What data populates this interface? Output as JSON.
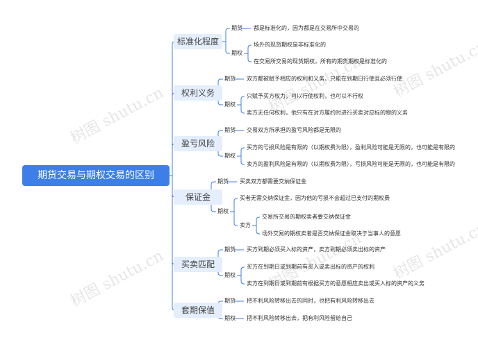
{
  "root": "期货交易与期权交易的区别",
  "watermark": "树图 shutu.cn",
  "accent": "#3d7fe6",
  "categories": [
    {
      "label": "标准化程度",
      "items": [
        {
          "label": "期货",
          "desc": "都是标准化的，因为都是在交易所中交易的"
        },
        {
          "label": "期权",
          "subs": [
            "场外的现货期权是非标准化的",
            "在交易所交易的现货期权，所有的期货期权是标准化的"
          ]
        }
      ]
    },
    {
      "label": "权利义务",
      "items": [
        {
          "label": "期货",
          "desc": "双方都被赋予相应的权利和义务，只能在到期日行使且必须行使"
        },
        {
          "label": "期权",
          "subs": [
            "只赋予买方权力，可以行使权利，也可以不行权",
            "卖方无任何权利，他只有在对方履约时进行买卖对应标的物的义务"
          ]
        }
      ]
    },
    {
      "label": "盈亏风险",
      "items": [
        {
          "label": "期货",
          "desc": "交易双方所承担的盈亏风险都是无限的"
        },
        {
          "label": "期权",
          "subs": [
            "买方的亏损风险是有限的（以期权费为限），盈利风险可能是无限的，也可能是有限的",
            "卖方的盈利风险是有限的（以期权费为限），亏损风险可能是无限的，也可能是有限的"
          ]
        }
      ]
    },
    {
      "label": "保证金",
      "items": [
        {
          "label": "期货",
          "desc": "买卖双方都需要交纳保证金"
        },
        {
          "label": "期权",
          "subs": [
            "买者无需交纳保证金，因为他的亏损不会超过已支付的期权费"
          ],
          "seller": {
            "label": "卖方",
            "subs": [
              "交易所交易的期权卖者要交纳保证金",
              "场外交易的期权卖者是否交纳保证金取决于当事人的意愿"
            ]
          }
        }
      ]
    },
    {
      "label": "买卖匹配",
      "items": [
        {
          "label": "期货",
          "desc": "买方到期必须买入标的资产，卖方到期必须卖出标的资产"
        },
        {
          "label": "期权",
          "subs": [
            "买方在到期日或到期前有买入或卖出标的资产的权利",
            "卖方在到期日或到期前有根据买方的意愿相应卖出或买入标的资产的义务"
          ]
        }
      ]
    },
    {
      "label": "套期保值",
      "items": [
        {
          "label": "期货",
          "desc": "把不利风险转移出去的同时，也把有利风险转移出去"
        },
        {
          "label": "期权",
          "desc": "把不利风险转移出去，把有利风险留给自己"
        }
      ]
    }
  ]
}
